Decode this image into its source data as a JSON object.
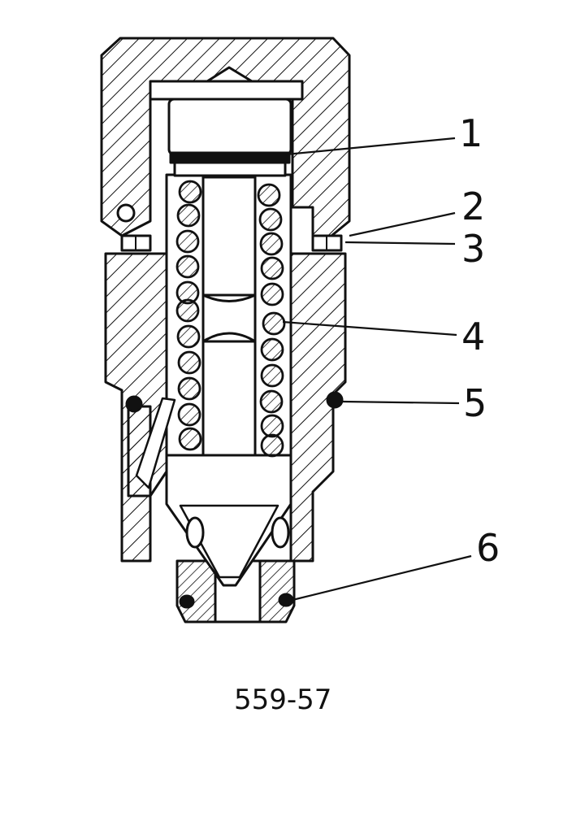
{
  "figure": {
    "code": "559-57",
    "callouts": [
      {
        "id": "1",
        "label": "1"
      },
      {
        "id": "2",
        "label": "2"
      },
      {
        "id": "3",
        "label": "3"
      },
      {
        "id": "4",
        "label": "4"
      },
      {
        "id": "5",
        "label": "5"
      },
      {
        "id": "6",
        "label": "6"
      }
    ]
  },
  "colors": {
    "ink": "#111111",
    "paper": "#ffffff"
  }
}
